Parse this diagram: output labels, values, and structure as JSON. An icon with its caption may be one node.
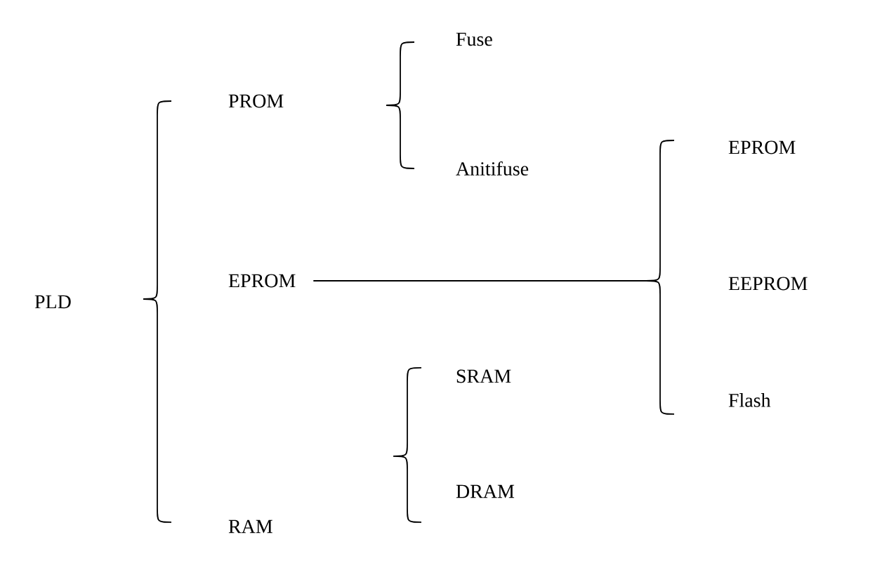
{
  "diagram": {
    "nodes": [
      {
        "text": [
          "PLD"
        ]
      },
      {
        "text": [
          "PROM"
        ]
      },
      {
        "text": [
          "EPROM"
        ]
      },
      {
        "text": [
          "RAM"
        ]
      },
      {
        "text": [
          "Fuse"
        ]
      },
      {
        "text": [
          "Anitifuse"
        ]
      },
      {
        "text": [],
        "shape": "brace"
      },
      {
        "text": [
          "EPROM"
        ]
      },
      {
        "text": [
          "EEPROM"
        ]
      },
      {
        "text": [
          "Flash"
        ]
      },
      {
        "text": [
          "SRAM"
        ]
      },
      {
        "text": [
          "DRAM"
        ]
      }
    ],
    "edges": [
      {
        "from": 2,
        "to": 6,
        "arrow": "none"
      }
    ]
  }
}
